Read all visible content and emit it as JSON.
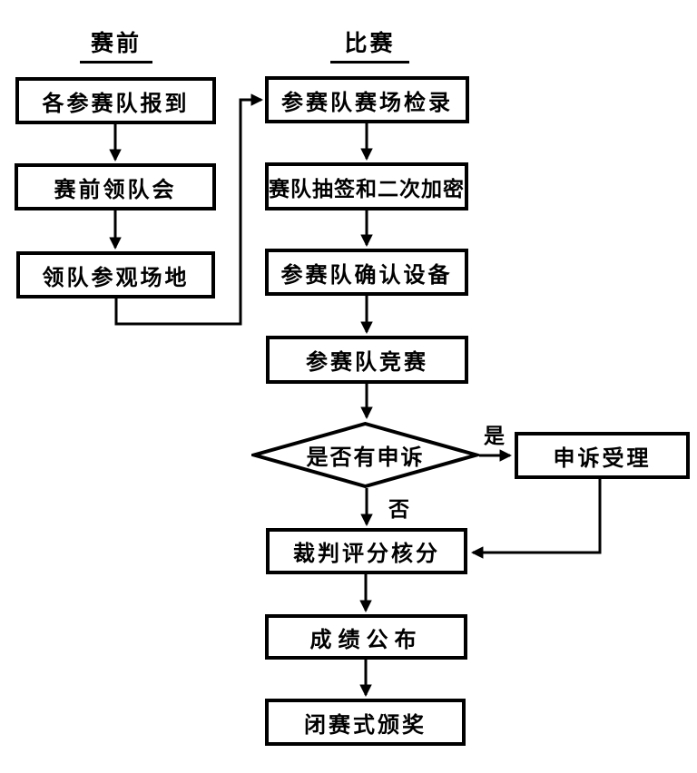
{
  "diagram": {
    "columns": {
      "pre": {
        "title": "赛前"
      },
      "match": {
        "title": "比赛"
      }
    },
    "nodes": {
      "register": "各参赛队报到",
      "leaders": "赛前领队会",
      "visit": "领队参观场地",
      "checkin": "参赛队赛场检录",
      "draw": "赛队抽签和二次加密",
      "confirm": "参赛队确认设备",
      "compete": "参赛队竞赛",
      "decision": "是否有申诉",
      "appeal": "申诉受理",
      "scoring": "裁判评分核分",
      "results": "成绩公布",
      "closing": "闭赛式颁奖"
    },
    "edge_labels": {
      "yes": "是",
      "no": "否"
    },
    "colors": {
      "line": "#000000",
      "background": "#ffffff",
      "text": "#000000"
    }
  }
}
